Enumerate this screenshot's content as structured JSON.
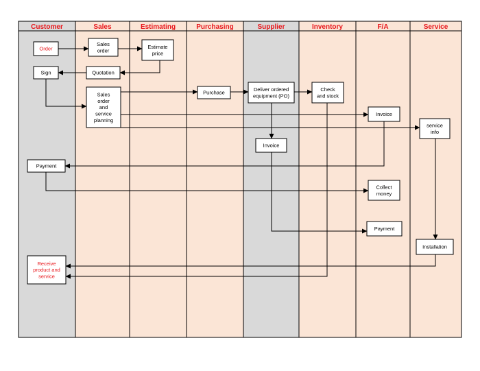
{
  "lanes": [
    {
      "id": "customer",
      "label": "Customer",
      "fill": "#d9d9d9"
    },
    {
      "id": "sales",
      "label": "Sales",
      "fill": "#fbe5d6"
    },
    {
      "id": "estimating",
      "label": "Estimating",
      "fill": "#fbe5d6"
    },
    {
      "id": "purchasing",
      "label": "Purchasing",
      "fill": "#fbe5d6"
    },
    {
      "id": "supplier",
      "label": "Supplier",
      "fill": "#d9d9d9"
    },
    {
      "id": "inventory",
      "label": "Inventory",
      "fill": "#fbe5d6"
    },
    {
      "id": "fa",
      "label": "F/A",
      "fill": "#fbe5d6"
    },
    {
      "id": "service",
      "label": "Service",
      "fill": "#fbe5d6"
    }
  ],
  "colors": {
    "label_red": "#e8161b",
    "line": "#000000",
    "box": "#ffffff"
  },
  "nodes": [
    {
      "id": "order",
      "lines": [
        "Order"
      ],
      "red": true
    },
    {
      "id": "sales_order",
      "lines": [
        "Sales",
        "order"
      ]
    },
    {
      "id": "estimate_price",
      "lines": [
        "Estimate",
        "price"
      ]
    },
    {
      "id": "sign",
      "lines": [
        "Sign"
      ]
    },
    {
      "id": "quotation",
      "lines": [
        "Quotation"
      ]
    },
    {
      "id": "sales_planning",
      "lines": [
        "Sales",
        "order",
        "and",
        "service",
        "planning"
      ]
    },
    {
      "id": "purchase",
      "lines": [
        "Purchase"
      ]
    },
    {
      "id": "deliver",
      "lines": [
        "Deliver ordered",
        "equipment (PO)"
      ]
    },
    {
      "id": "check_stock",
      "lines": [
        "Check",
        "and stock"
      ]
    },
    {
      "id": "invoice_fa",
      "lines": [
        "Invoice"
      ]
    },
    {
      "id": "service_info",
      "lines": [
        "service",
        "info"
      ]
    },
    {
      "id": "invoice_supplier",
      "lines": [
        "Invoice"
      ]
    },
    {
      "id": "payment_customer",
      "lines": [
        "Payment"
      ]
    },
    {
      "id": "collect_money",
      "lines": [
        "Collect",
        "money"
      ]
    },
    {
      "id": "payment_fa",
      "lines": [
        "Payment"
      ]
    },
    {
      "id": "installation",
      "lines": [
        "Installation"
      ]
    },
    {
      "id": "receive",
      "lines": [
        "Receive",
        "product and",
        "service"
      ],
      "red": true
    }
  ],
  "edges": [
    {
      "from": "order",
      "to": "sales_order"
    },
    {
      "from": "sales_order",
      "to": "estimate_price"
    },
    {
      "from": "estimate_price",
      "to": "quotation"
    },
    {
      "from": "quotation",
      "to": "sign"
    },
    {
      "from": "sign",
      "to": "sales_planning"
    },
    {
      "from": "sales_planning",
      "to": "purchase"
    },
    {
      "from": "purchase",
      "to": "deliver"
    },
    {
      "from": "deliver",
      "to": "check_stock"
    },
    {
      "from": "deliver",
      "to": "invoice_supplier"
    },
    {
      "from": "sales_planning",
      "to": "invoice_fa"
    },
    {
      "from": "sales_planning",
      "to": "service_info"
    },
    {
      "from": "invoice_fa",
      "to": "payment_customer"
    },
    {
      "from": "payment_customer",
      "to": "collect_money"
    },
    {
      "from": "invoice_supplier",
      "to": "payment_fa"
    },
    {
      "from": "service_info",
      "to": "installation"
    },
    {
      "from": "installation",
      "to": "receive"
    },
    {
      "from": "check_stock",
      "to": "receive"
    }
  ]
}
